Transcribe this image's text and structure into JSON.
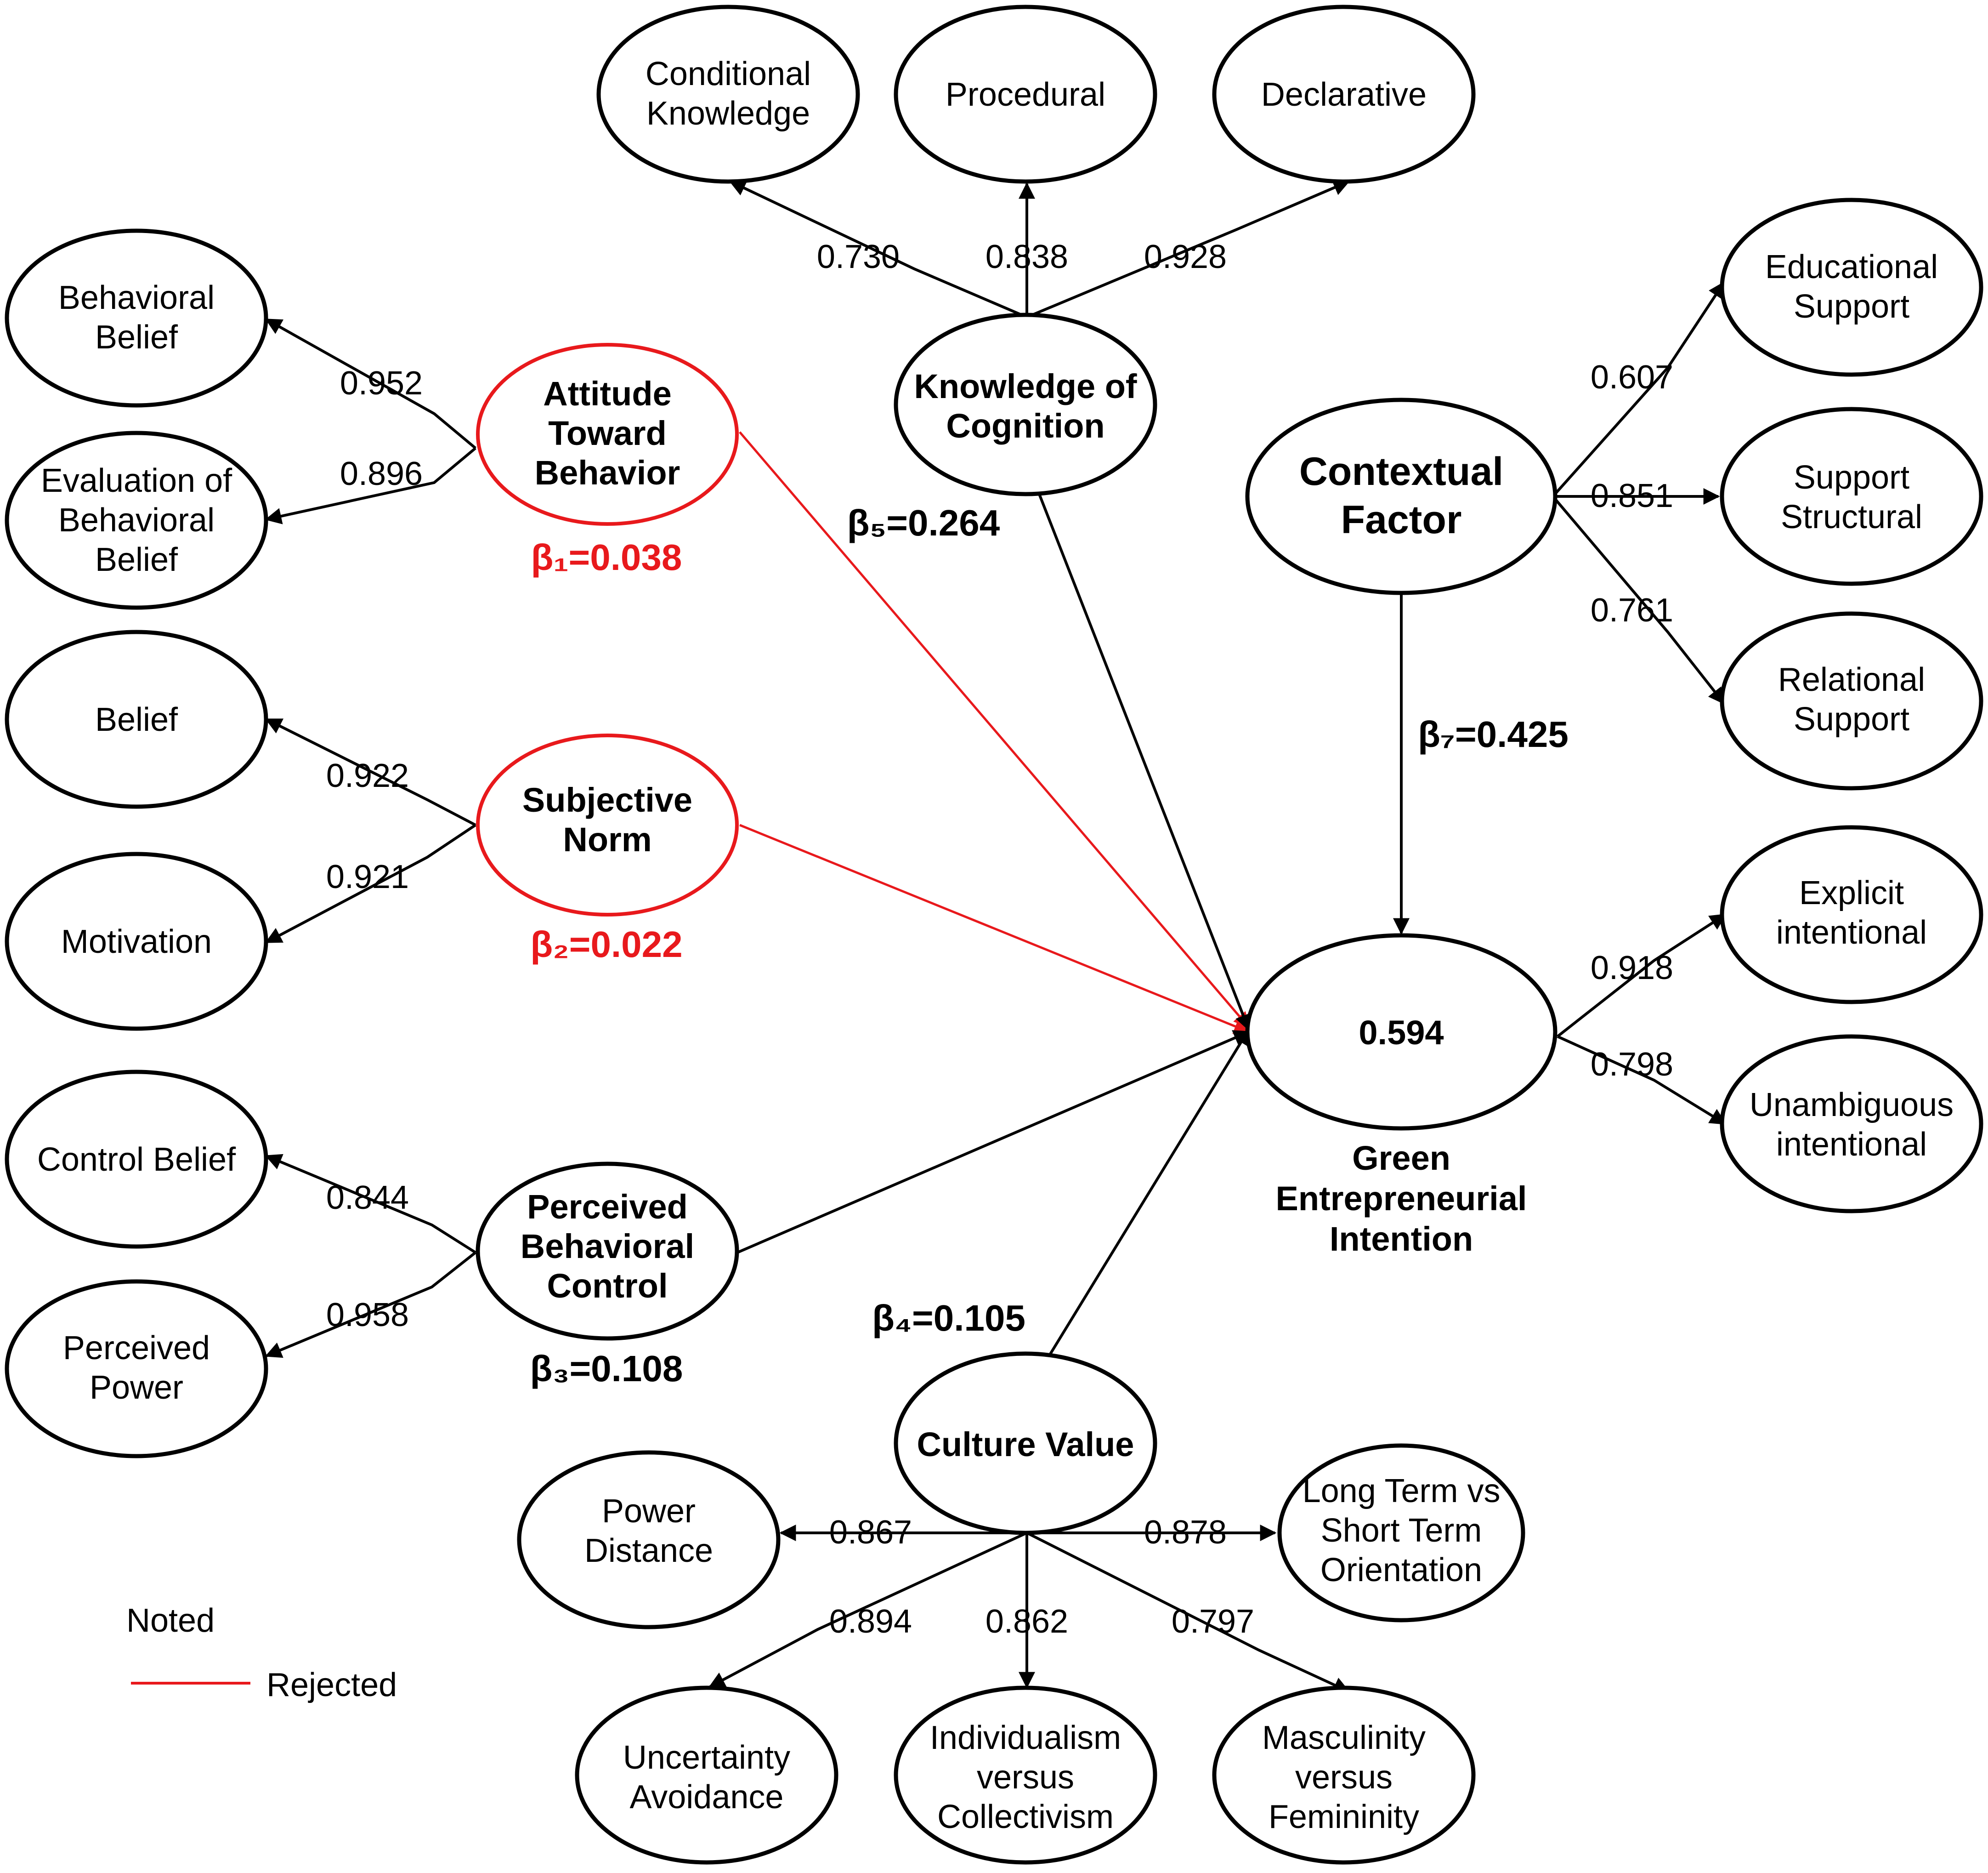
{
  "colors": {
    "default": "#000000",
    "rejected": "#e8191c"
  },
  "constructs": {
    "attitude": {
      "label": [
        "Attitude",
        "Toward",
        "Behavior"
      ],
      "beta": "β₁=0.038",
      "status": "rejected"
    },
    "subjective_norm": {
      "label": [
        "Subjective",
        "Norm"
      ],
      "beta": "β₂=0.022",
      "status": "rejected"
    },
    "pbc": {
      "label": [
        "Perceived",
        "Behavioral",
        "Control"
      ],
      "beta": "β₃=0.108",
      "status": "noted"
    },
    "culture": {
      "label": [
        "Culture Value"
      ],
      "beta": "β₄=0.105",
      "status": "noted"
    },
    "knowledge": {
      "label": [
        "Knowledge of",
        "Cognition"
      ],
      "beta": "β₅=0.264",
      "status": "noted"
    },
    "contextual": {
      "label": [
        "Contextual",
        "Factor"
      ],
      "beta": "β₇=0.425",
      "status": "noted"
    },
    "gei": {
      "value": "0.594",
      "label": [
        "Green",
        "Entrepreneurial",
        "Intention"
      ]
    }
  },
  "indicators": {
    "behavioral_belief": {
      "label": [
        "Behavioral",
        "Belief"
      ],
      "loading": "0.952"
    },
    "evaluation_belief": {
      "label": [
        "Evaluation of",
        "Behavioral",
        "Belief"
      ],
      "loading": "0.896"
    },
    "belief": {
      "label": [
        "Belief"
      ],
      "loading": "0.922"
    },
    "motivation": {
      "label": [
        "Motivation"
      ],
      "loading": "0.921"
    },
    "control_belief": {
      "label": [
        "Control Belief"
      ],
      "loading": "0.844"
    },
    "perceived_power": {
      "label": [
        "Perceived",
        "Power"
      ],
      "loading": "0.958"
    },
    "conditional_knowledge": {
      "label": [
        "Conditional",
        "Knowledge"
      ],
      "loading": "0.730"
    },
    "procedural": {
      "label": [
        "Procedural"
      ],
      "loading": "0.838"
    },
    "declarative": {
      "label": [
        "Declarative"
      ],
      "loading": "0.928"
    },
    "educational_support": {
      "label": [
        "Educational",
        "Support"
      ],
      "loading": "0.607"
    },
    "support_structural": {
      "label": [
        "Support",
        "Structural"
      ],
      "loading": "0.851"
    },
    "relational_support": {
      "label": [
        "Relational",
        "Support"
      ],
      "loading": "0.761"
    },
    "explicit_intentional": {
      "label": [
        "Explicit",
        "intentional"
      ],
      "loading": "0.918"
    },
    "unambiguous_intentional": {
      "label": [
        "Unambiguous",
        "intentional"
      ],
      "loading": "0.798"
    },
    "power_distance": {
      "label": [
        "Power",
        "Distance"
      ],
      "loading": "0.867"
    },
    "long_term": {
      "label": [
        "Long Term vs",
        "Short Term",
        "Orientation"
      ],
      "loading": "0.878"
    },
    "uncertainty": {
      "label": [
        "Uncertainty",
        "Avoidance"
      ],
      "loading": "0.894"
    },
    "individualism": {
      "label": [
        "Individualism",
        "versus",
        "Collectivism"
      ],
      "loading": "0.862"
    },
    "masculinity": {
      "label": [
        "Masculinity",
        "versus",
        "Femininity"
      ],
      "loading": "0.797"
    }
  },
  "legend": {
    "title": "Noted",
    "rejected_label": "Rejected"
  }
}
